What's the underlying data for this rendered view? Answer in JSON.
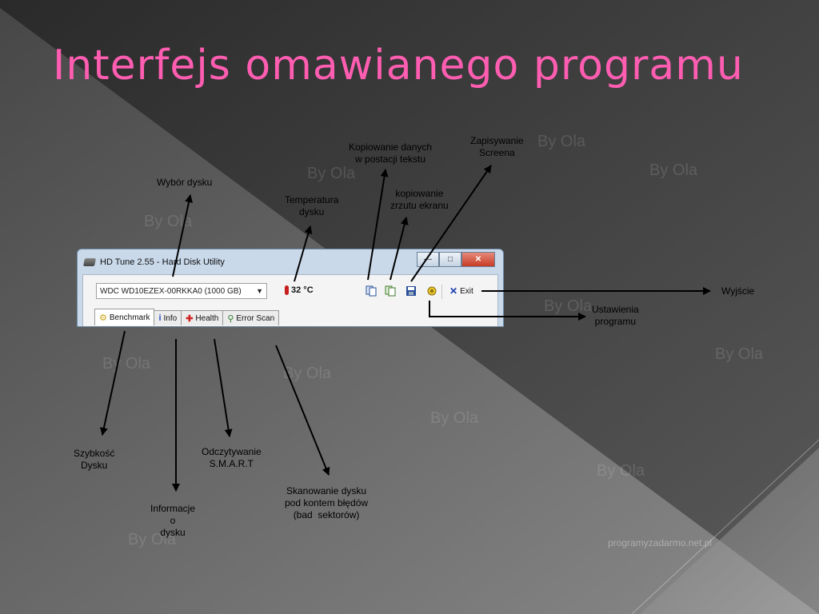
{
  "slide_title": "Interfejs omawianego programu",
  "watermark": "By Ola",
  "credit": "programyzadarmo.net.pl",
  "window": {
    "title": "HD Tune 2.55 - Hard Disk Utility",
    "drive": "WDC WD10EZEX-00RKKA0 (1000 GB)",
    "temperature": "32 °C",
    "exit_label": "Exit",
    "tabs": [
      {
        "label": "Benchmark",
        "icon": "key-icon"
      },
      {
        "label": "Info",
        "icon": "info-icon"
      },
      {
        "label": "Health",
        "icon": "cross-icon"
      },
      {
        "label": "Error Scan",
        "icon": "magnifier-icon"
      }
    ]
  },
  "annotations": {
    "drive_select": "Wybór dysku",
    "temperature": "Temperatura\ndysku",
    "copy_text": "Kopiowanie danych\nw postacji tekstu",
    "copy_screen": "kopiowanie\nzrzutu ekranu",
    "save_screen": "Zapisywanie\nScreena",
    "exit": "Wyjście",
    "settings": "Ustawienia\nprogramu",
    "speed": "Szybkość\nDysku",
    "info": "Informacje\no\ndysku",
    "smart": "Odczytywanie\nS.M.A.R.T",
    "scan": "Skanowanie dysku\npod kontem błędów\n(bad  sektorów)"
  },
  "colors": {
    "title": "#ff5db1",
    "background": "#3a3a3a"
  }
}
